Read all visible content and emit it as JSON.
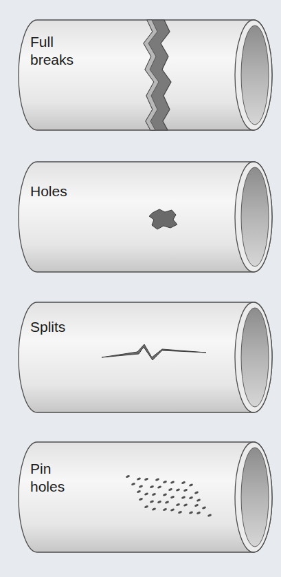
{
  "diagram": {
    "nodes": [
      {
        "text": [
          "Full breaks"
        ]
      },
      {
        "text": [
          "Holes"
        ]
      },
      {
        "text": [
          "Splits"
        ]
      },
      {
        "text": [
          "Pin holes"
        ]
      }
    ]
  }
}
